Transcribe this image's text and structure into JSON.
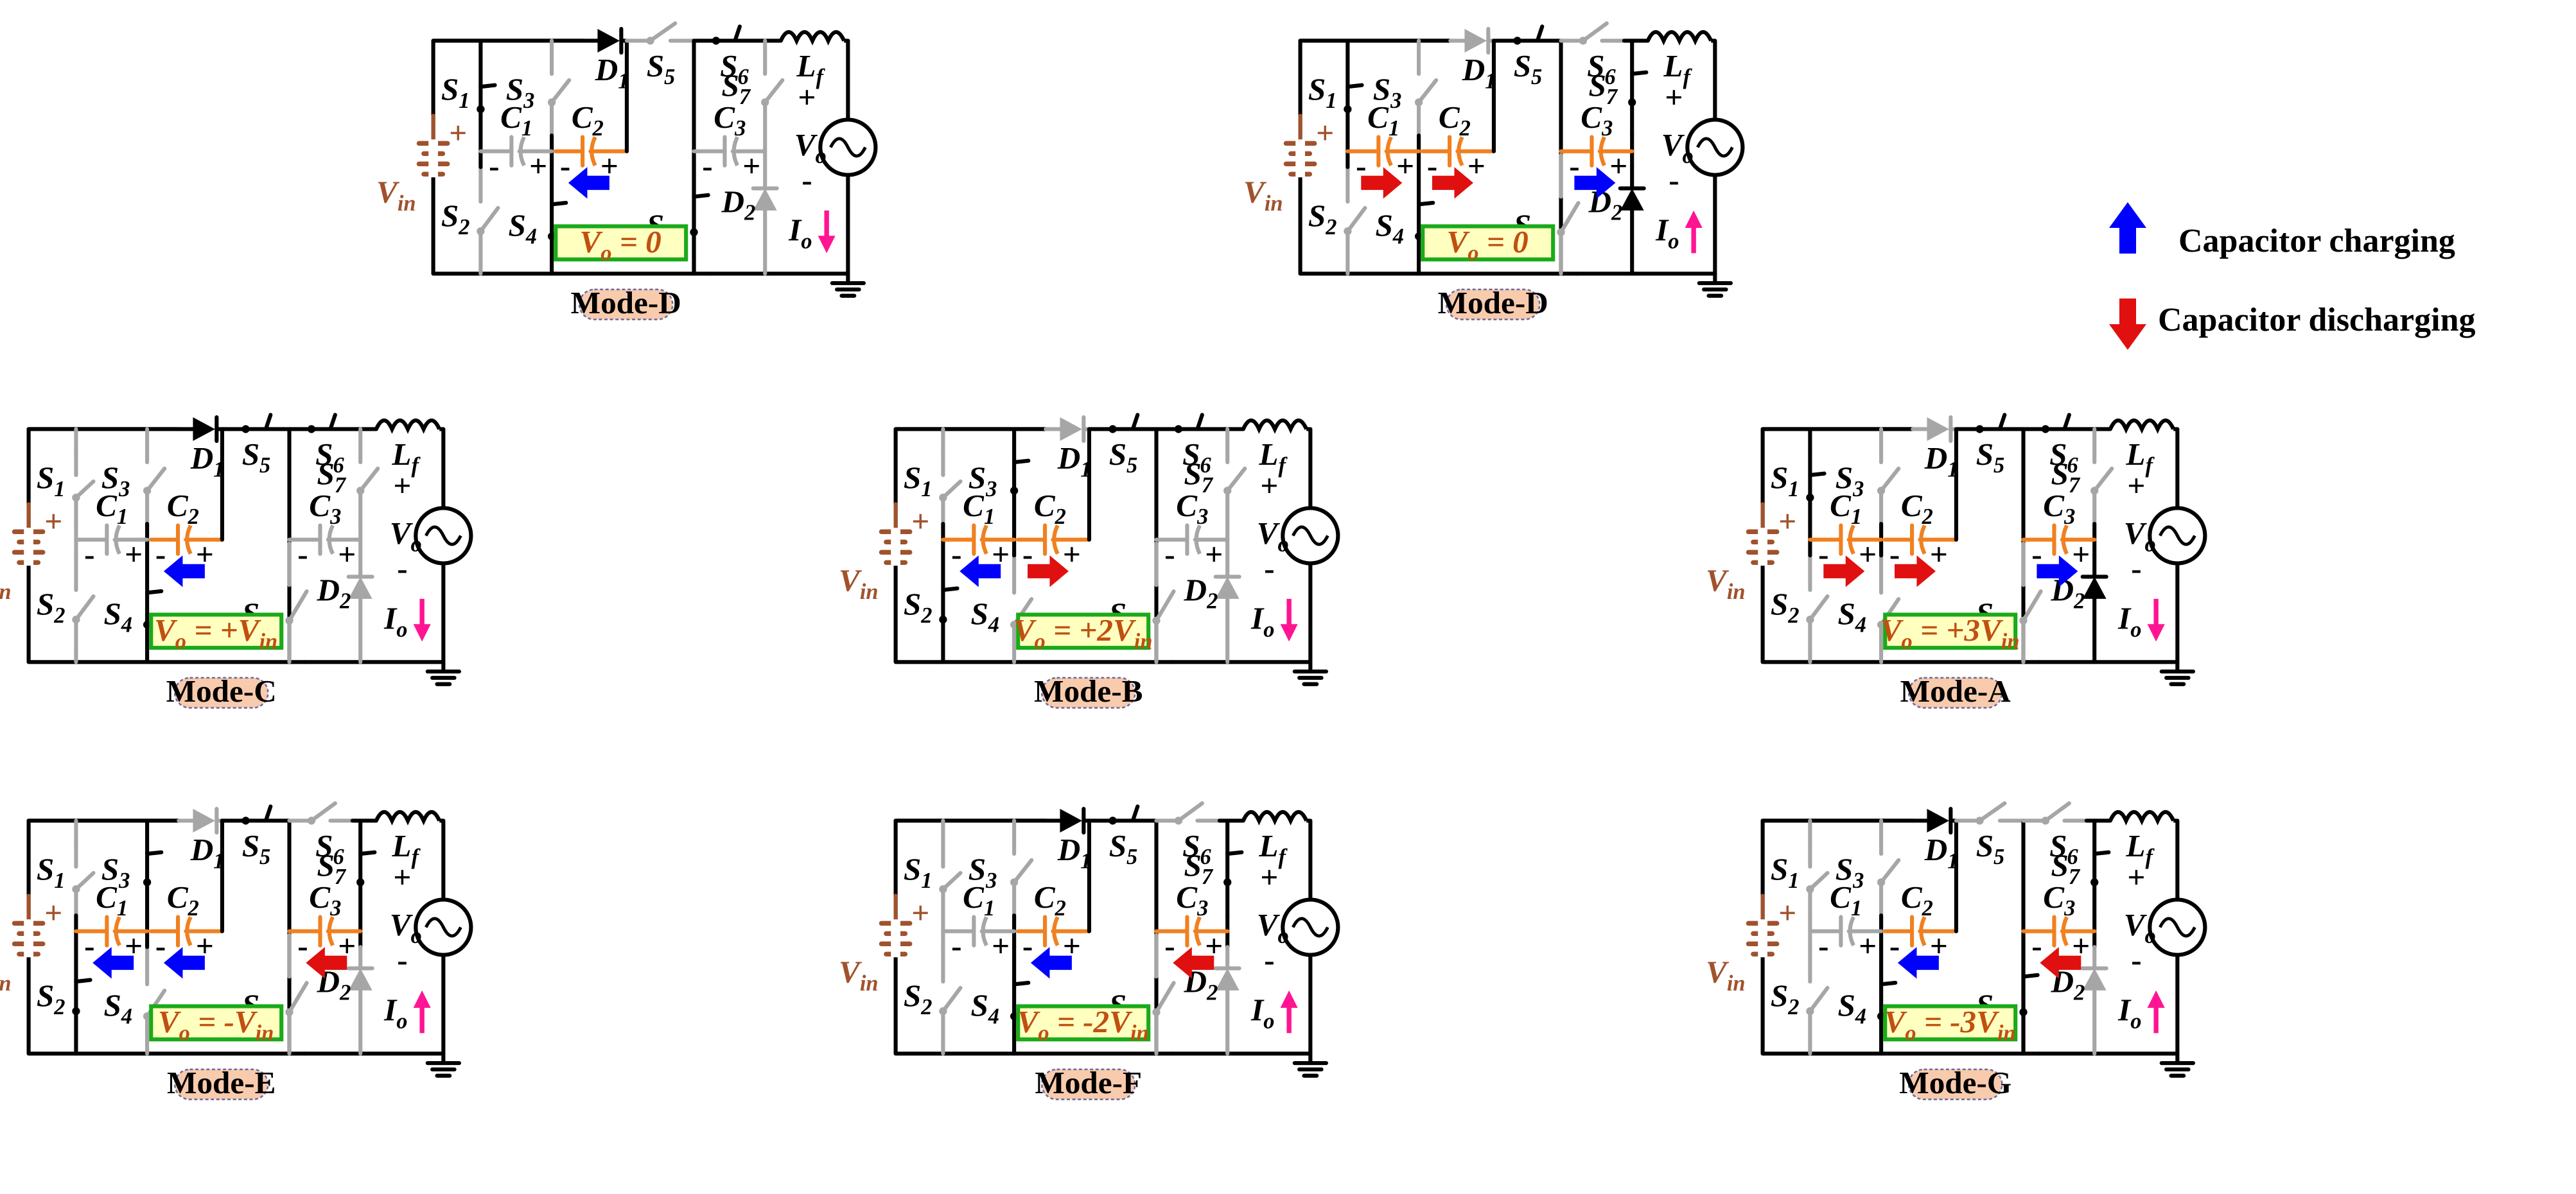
{
  "colors": {
    "active": "#000000",
    "inactive": "#a6a6a6",
    "source": "#a0522d",
    "capacitor_active": "#f08020",
    "charging": "#0000ff",
    "discharging": "#e01010",
    "current": "#ff1493",
    "box_fill": "#ffffc0",
    "box_border": "#1aaa1a",
    "mode_fill": "#f8cbad",
    "text_dark": "#000000",
    "mode_text": "#000000",
    "eq_text": "#c05010"
  },
  "labels": {
    "vin": "V",
    "vin_sub": "in",
    "vo": "V",
    "vo_sub": "o",
    "io": "I",
    "io_sub": "o",
    "lf": "L",
    "lf_sub": "f",
    "plus": "+",
    "minus": "-",
    "S": "S",
    "C": "C",
    "D": "D"
  },
  "legend": {
    "charging": "Capacitor charging",
    "discharging": "Capacitor discharging"
  },
  "panels": [
    {
      "mode": "Mode-D",
      "eq_pre": "V",
      "eq_sub": "o",
      "eq_post": " = 0",
      "eq_post_sub": "",
      "s_on": [
        1,
        0,
        0,
        1,
        0,
        1,
        0,
        1
      ],
      "c_on": [
        0,
        1,
        0
      ],
      "d_on": [
        1,
        0
      ],
      "arrows": [
        {
          "c": 2,
          "type": "charging",
          "dir": "left"
        }
      ],
      "io": "down"
    },
    {
      "mode": "Mode-D",
      "eq_pre": "V",
      "eq_sub": "o",
      "eq_post": " = 0",
      "eq_post_sub": "",
      "s_on": [
        1,
        0,
        0,
        1,
        1,
        0,
        1,
        0
      ],
      "c_on": [
        1,
        1,
        1
      ],
      "d_on": [
        0,
        1
      ],
      "arrows": [
        {
          "c": 1,
          "type": "discharging",
          "dir": "right"
        },
        {
          "c": 2,
          "type": "discharging",
          "dir": "right"
        },
        {
          "c": 3,
          "type": "charging",
          "dir": "right"
        }
      ],
      "io": "up"
    },
    {
      "mode": "Mode-C",
      "eq_pre": "V",
      "eq_sub": "o",
      "eq_post": " = +V",
      "eq_post_sub": "in",
      "s_on": [
        0,
        0,
        0,
        1,
        1,
        1,
        0,
        0
      ],
      "c_on": [
        0,
        1,
        0
      ],
      "d_on": [
        1,
        0
      ],
      "arrows": [
        {
          "c": 2,
          "type": "charging",
          "dir": "left"
        }
      ],
      "io": "down"
    },
    {
      "mode": "Mode-B",
      "eq_pre": "V",
      "eq_sub": "o",
      "eq_post": " = +2V",
      "eq_post_sub": "in",
      "s_on": [
        0,
        1,
        1,
        0,
        1,
        1,
        0,
        0
      ],
      "c_on": [
        1,
        1,
        0
      ],
      "d_on": [
        0,
        0
      ],
      "arrows": [
        {
          "c": 1,
          "type": "charging",
          "dir": "left"
        },
        {
          "c": 2,
          "type": "discharging",
          "dir": "right"
        }
      ],
      "io": "down"
    },
    {
      "mode": "Mode-A",
      "eq_pre": "V",
      "eq_sub": "o",
      "eq_post": " = +3V",
      "eq_post_sub": "in",
      "s_on": [
        1,
        0,
        0,
        0,
        1,
        1,
        0,
        0
      ],
      "c_on": [
        1,
        1,
        1
      ],
      "d_on": [
        0,
        1
      ],
      "arrows": [
        {
          "c": 1,
          "type": "discharging",
          "dir": "right"
        },
        {
          "c": 2,
          "type": "discharging",
          "dir": "right"
        },
        {
          "c": 3,
          "type": "charging",
          "dir": "right"
        }
      ],
      "io": "down"
    },
    {
      "mode": "Mode-E",
      "eq_pre": "V",
      "eq_sub": "o",
      "eq_post": " = -V",
      "eq_post_sub": "in",
      "s_on": [
        0,
        1,
        1,
        0,
        1,
        0,
        1,
        0
      ],
      "c_on": [
        1,
        1,
        1
      ],
      "d_on": [
        0,
        0
      ],
      "arrows": [
        {
          "c": 1,
          "type": "charging",
          "dir": "left"
        },
        {
          "c": 2,
          "type": "charging",
          "dir": "left"
        },
        {
          "c": 3,
          "type": "discharging",
          "dir": "left"
        }
      ],
      "io": "up"
    },
    {
      "mode": "Mode-F",
      "eq_pre": "V",
      "eq_sub": "o",
      "eq_post": " = -2V",
      "eq_post_sub": "in",
      "s_on": [
        0,
        0,
        0,
        1,
        1,
        0,
        1,
        0
      ],
      "c_on": [
        0,
        1,
        1
      ],
      "d_on": [
        1,
        0
      ],
      "arrows": [
        {
          "c": 2,
          "type": "charging",
          "dir": "left"
        },
        {
          "c": 3,
          "type": "discharging",
          "dir": "left"
        }
      ],
      "io": "up"
    },
    {
      "mode": "Mode-G",
      "eq_pre": "V",
      "eq_sub": "o",
      "eq_post": " = -3V",
      "eq_post_sub": "in",
      "s_on": [
        0,
        0,
        0,
        1,
        0,
        0,
        1,
        1
      ],
      "c_on": [
        0,
        1,
        1
      ],
      "d_on": [
        1,
        0
      ],
      "arrows": [
        {
          "c": 2,
          "type": "charging",
          "dir": "left"
        },
        {
          "c": 3,
          "type": "discharging",
          "dir": "left"
        }
      ],
      "io": "up"
    }
  ]
}
